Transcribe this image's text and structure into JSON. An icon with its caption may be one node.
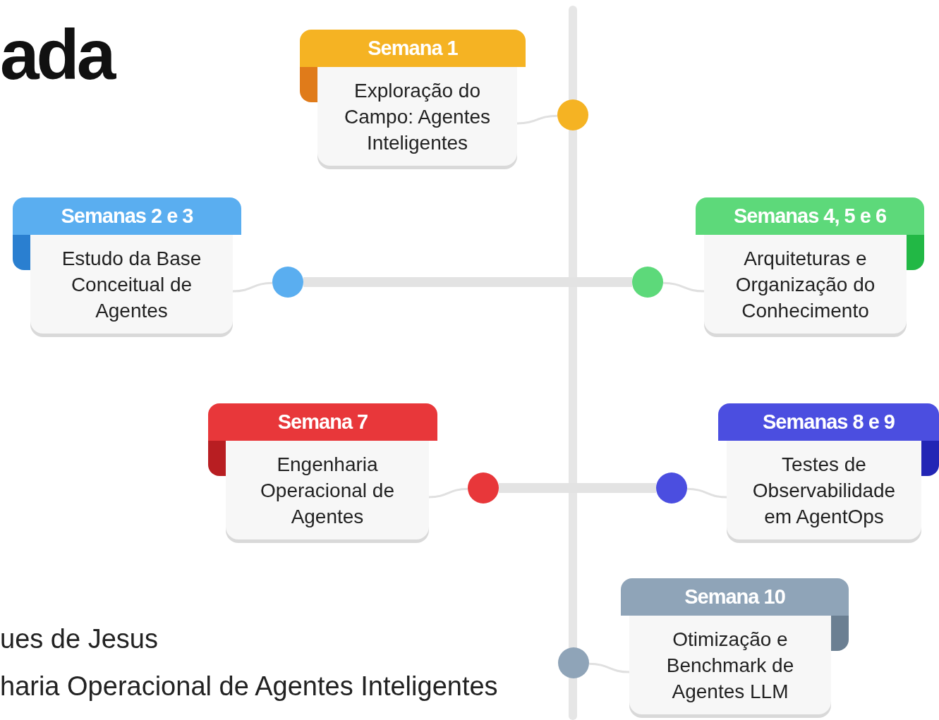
{
  "diagram": {
    "title": "ada",
    "nodes": [
      {
        "text": [
          "Semana 1",
          "Exploração do Campo: Agentes Inteligentes"
        ]
      },
      {
        "text": [],
        "shape": "circle"
      },
      {
        "text": [
          "Semanas 2 e 3",
          "Estudo da Base Conceitual de Agentes"
        ]
      },
      {
        "text": [],
        "shape": "circle"
      },
      {
        "text": [],
        "shape": "circle"
      },
      {
        "text": [
          "Semanas 4, 5 e 6",
          "Arquiteturas e Organização do Conhecimento"
        ]
      },
      {
        "text": [
          "Semana 7",
          "Engenharia Operacional de Agentes"
        ]
      },
      {
        "text": [],
        "shape": "circle"
      },
      {
        "text": [],
        "shape": "circle"
      },
      {
        "text": [
          "Semanas 8 e 9",
          "Testes de Observabilidade em AgentOps"
        ]
      },
      {
        "text": [
          "Semana 10",
          "Otimização e Benchmark de Agentes LLM"
        ]
      },
      {
        "text": [],
        "shape": "circle"
      }
    ],
    "edges": [
      {
        "from": 0,
        "to": 1,
        "arrow": "none"
      },
      {
        "from": 2,
        "to": 3,
        "arrow": "none"
      },
      {
        "from": 3,
        "to": 4,
        "arrow": "none",
        "style": "thick"
      },
      {
        "from": 5,
        "to": 4,
        "arrow": "none"
      },
      {
        "from": 6,
        "to": 7,
        "arrow": "none"
      },
      {
        "from": 7,
        "to": 8,
        "arrow": "none",
        "style": "thick"
      },
      {
        "from": 9,
        "to": 8,
        "arrow": "none"
      },
      {
        "from": 10,
        "to": 11,
        "arrow": "none"
      }
    ],
    "labels": [
      "ues de Jesus",
      "haria Operacional de Agentes Inteligentes"
    ]
  }
}
